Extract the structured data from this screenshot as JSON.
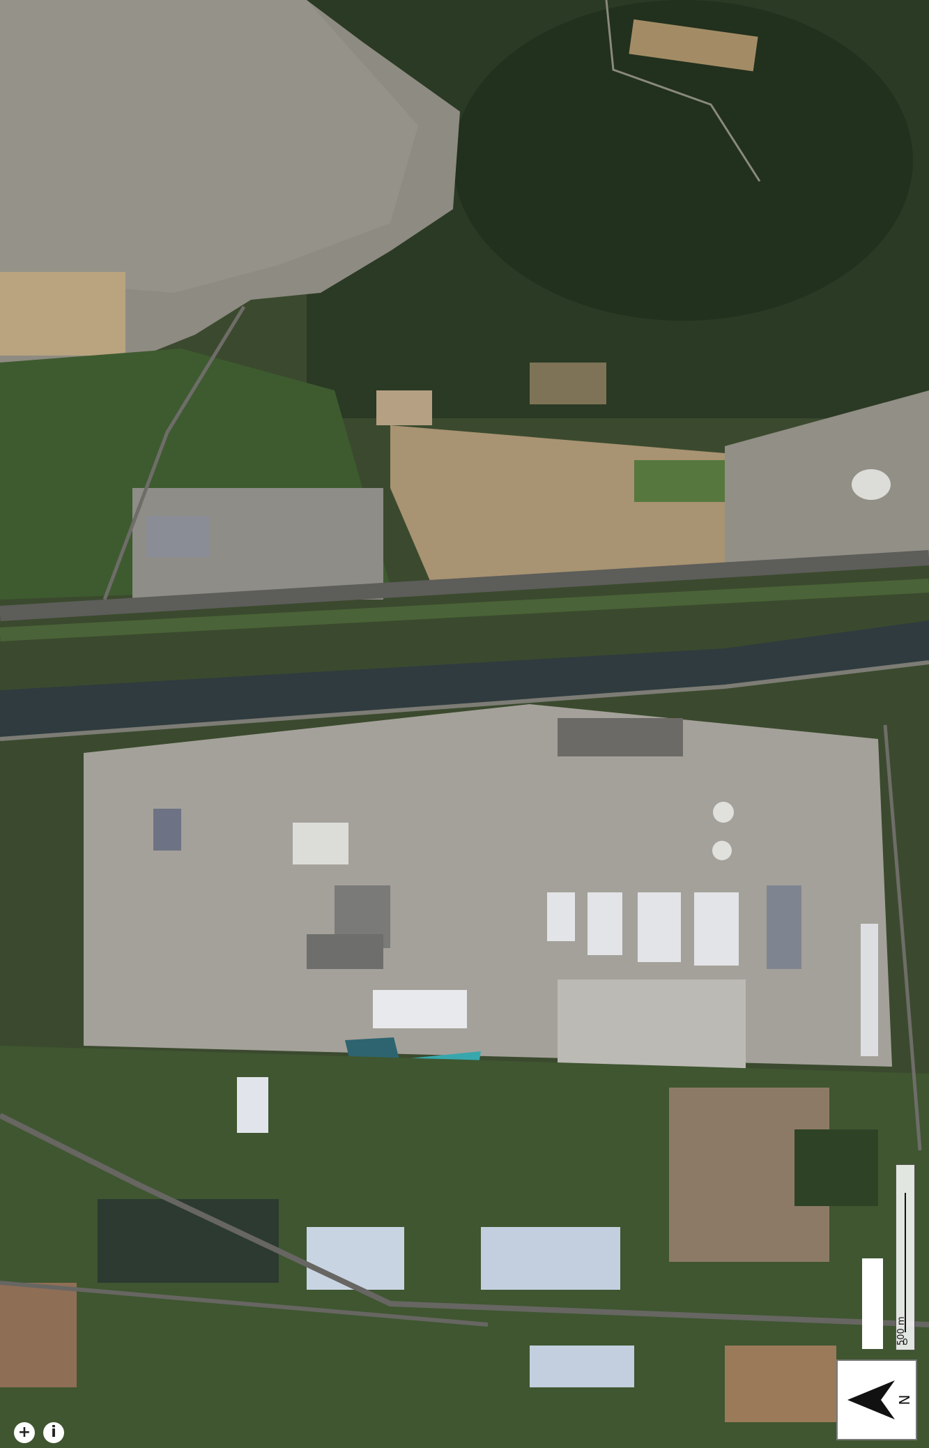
{
  "map": {
    "scale_label": "500 m",
    "scale_zero": "0",
    "north_label": "N",
    "zoom_in_glyph": "+",
    "info_glyph": "i",
    "colors": {
      "forest": "#2a3a24",
      "town": "#8c8a80",
      "field_light": "#b8a27a",
      "field_green": "#4e6a36",
      "canal": "#2e3a3d",
      "industrial": "#a5a29b",
      "pond": "#37a7ad",
      "pond_dark": "#2d6470",
      "road": "#6e6d68"
    }
  }
}
